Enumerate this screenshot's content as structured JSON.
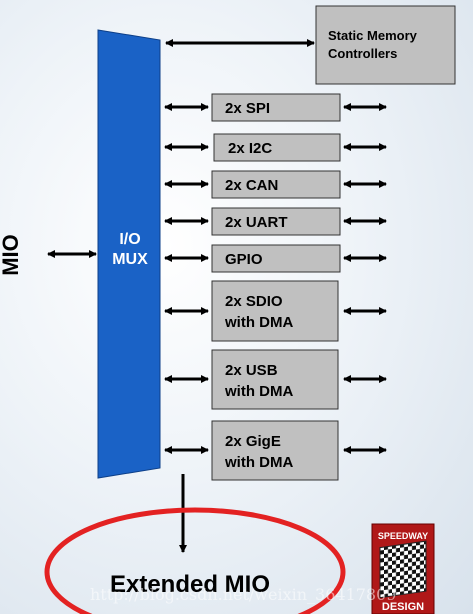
{
  "mio_label": "MIO",
  "mux": {
    "line1": "I/O",
    "line2": "MUX"
  },
  "static_memory": {
    "line1": "Static Memory",
    "line2": "Controllers"
  },
  "peripherals": [
    {
      "lines": [
        "2x SPI"
      ]
    },
    {
      "lines": [
        "2x I2C"
      ]
    },
    {
      "lines": [
        "2x CAN"
      ]
    },
    {
      "lines": [
        "2x UART"
      ]
    },
    {
      "lines": [
        "GPIO"
      ]
    },
    {
      "lines": [
        "2x SDIO",
        "with DMA"
      ]
    },
    {
      "lines": [
        "2x USB",
        "with DMA"
      ]
    },
    {
      "lines": [
        "2x GigE",
        "with DMA"
      ]
    }
  ],
  "extended_mio": "Extended MIO",
  "logo": {
    "top": "SPEEDWAY",
    "bottom": "DESIGN"
  },
  "watermark": "http://blog.csdn.net/weixin_36417809",
  "colors": {
    "mux_fill": "#1a62c6",
    "box_fill": "#c0c0c0",
    "ellipse": "#e32222",
    "arrow": "#000000"
  }
}
